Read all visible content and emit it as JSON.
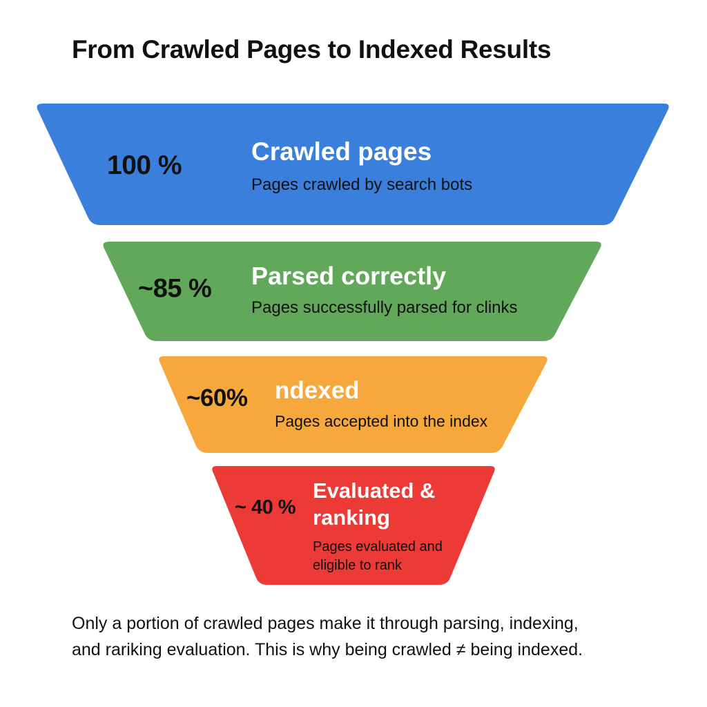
{
  "title": "From Crawled Pages to Indexed Results",
  "stages": [
    {
      "percent": "100 %",
      "title": "Crawled pages",
      "description": "Pages crawled by search bots",
      "color": "#3b7fdd"
    },
    {
      "percent": "~85 %",
      "title": "Parsed correctly",
      "description": "Pages successfully parsed for clinks",
      "color": "#62a85a"
    },
    {
      "percent": "~60%",
      "title": "ndexed",
      "description": "Pages accepted into the index",
      "color": "#f6a83c"
    },
    {
      "percent": "~ 40 %",
      "title_line1": "Evaluated &",
      "title_line2": "ranking",
      "description_line1": "Pages evaluated and",
      "description_line2": "eligible to rank",
      "color": "#ec3a37"
    }
  ],
  "footer": {
    "line1": "Only a portion of crawled pages make it through parsing, indexing,",
    "line2": "and rariking evaluation. This is why being crawled ≠ being indexed."
  }
}
